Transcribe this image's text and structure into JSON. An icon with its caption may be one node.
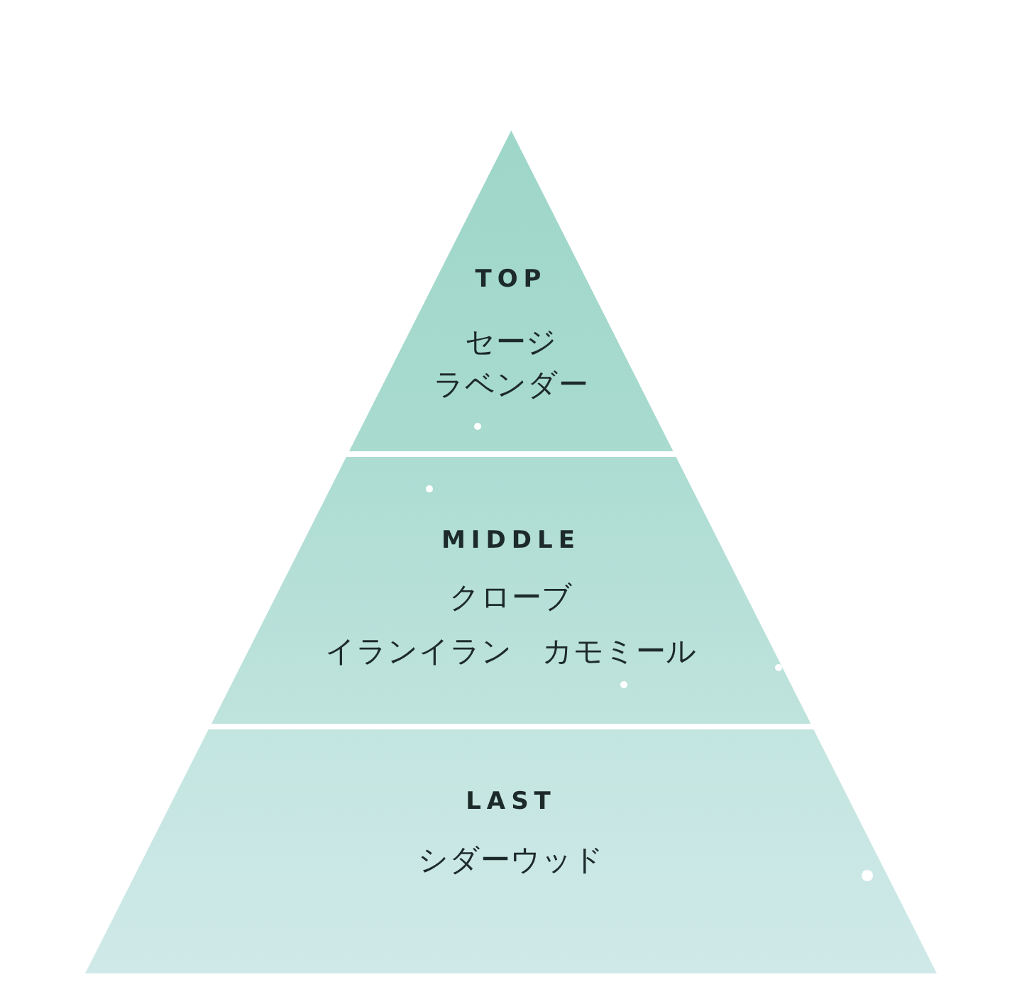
{
  "diagram": {
    "nodes": [
      {
        "text": [
          "TOP",
          "セージ",
          "ラベンダー"
        ]
      },
      {
        "text": [
          "MIDDLE",
          "クローブ",
          "イランイラン　カモミール"
        ]
      },
      {
        "text": [
          "LAST",
          "シダーウッド"
        ]
      }
    ]
  }
}
